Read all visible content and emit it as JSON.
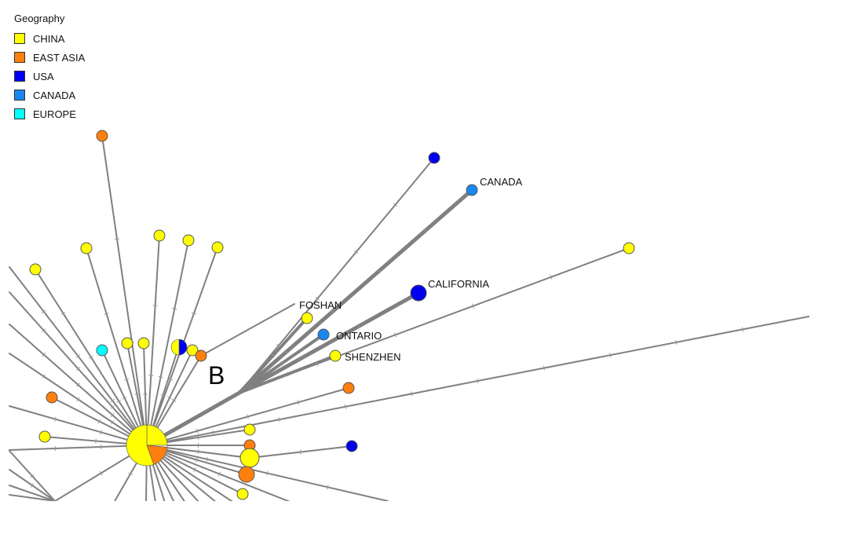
{
  "legend": {
    "title": "Geography",
    "items": [
      {
        "label": "CHINA",
        "color": "#ffff00"
      },
      {
        "label": "EAST ASIA",
        "color": "#ff7f0e"
      },
      {
        "label": "USA",
        "color": "#0000ee"
      },
      {
        "label": "CANADA",
        "color": "#1a86ee"
      },
      {
        "label": "EUROPE",
        "color": "#00ffff"
      }
    ]
  },
  "panel_letter": "B",
  "node_labels": {
    "canada": "CANADA",
    "california": "CALIFORNIA",
    "foshan": "FOSHAN",
    "ontario": "ONTARIO",
    "shenzhen": "SHENZHEN"
  },
  "colors": {
    "edge": "#808080",
    "node_stroke": "#555555"
  }
}
